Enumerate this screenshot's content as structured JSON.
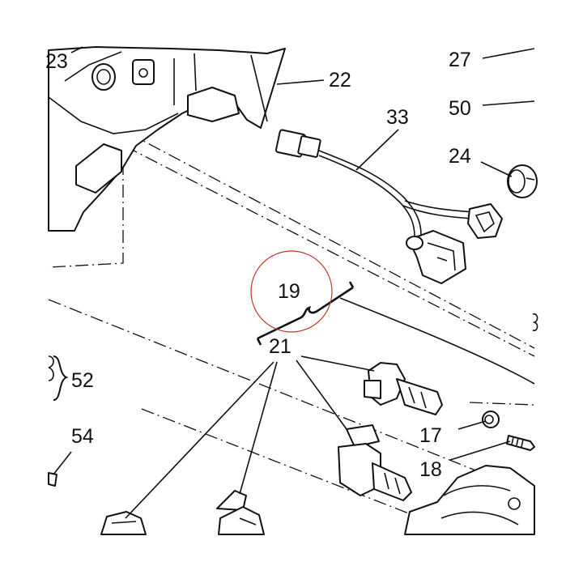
{
  "callouts": {
    "c23": "23",
    "c22": "22",
    "c27": "27",
    "c50": "50",
    "c33": "33",
    "c24": "24",
    "c19": "19",
    "c21": "21",
    "c52": "52",
    "c54": "54",
    "c17": "17",
    "c18": "18"
  },
  "colors": {
    "line": "#111111",
    "highlight_circle": "#c0392b",
    "background": "#ffffff"
  }
}
